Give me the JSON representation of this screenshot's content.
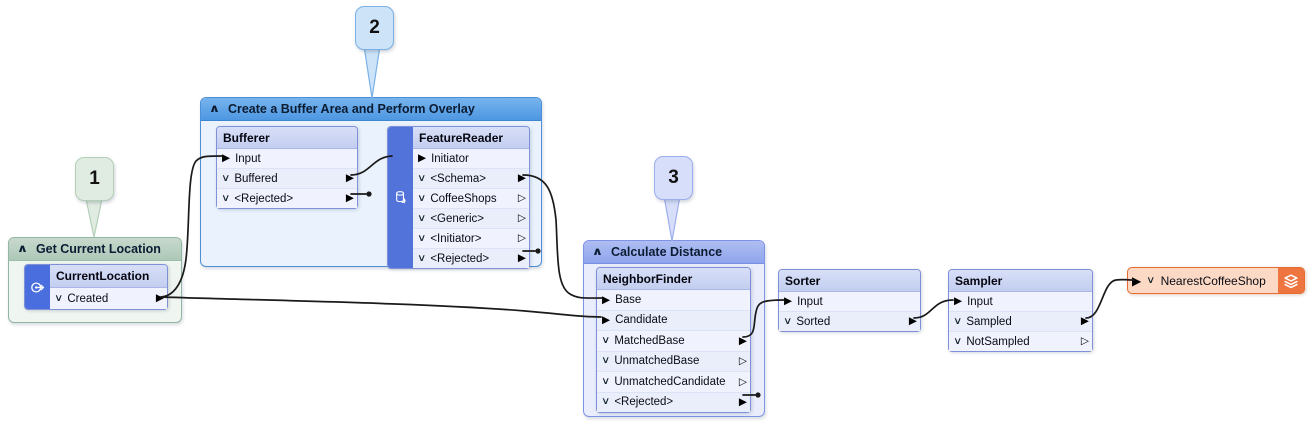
{
  "app": {
    "title": "FME-style workflow canvas"
  },
  "icons": {
    "collapse": "∧",
    "chevron_down": "∨",
    "port_in": "▶",
    "port_out_connected": "▶",
    "port_out_unconnected": "▷"
  },
  "badges": [
    {
      "label": "1"
    },
    {
      "label": "2"
    },
    {
      "label": "3"
    }
  ],
  "bookmarks": [
    {
      "title": "Get Current Location"
    },
    {
      "title": "Create a Buffer Area and Perform Overlay"
    },
    {
      "title": "Calculate Distance"
    }
  ],
  "nodes": {
    "current_location": {
      "title": "CurrentLocation",
      "icon": "creator-icon",
      "ports": [
        {
          "label": "Created",
          "type": "output",
          "connected": true
        }
      ]
    },
    "bufferer": {
      "title": "Bufferer",
      "ports": [
        {
          "label": "Input",
          "type": "input"
        },
        {
          "label": "Buffered",
          "type": "output",
          "connected": true
        },
        {
          "label": "<Rejected>",
          "type": "output",
          "connected": true
        }
      ]
    },
    "feature_reader": {
      "title": "FeatureReader",
      "icon": "database-reader-icon",
      "ports": [
        {
          "label": "Initiator",
          "type": "input"
        },
        {
          "label": "<Schema>",
          "type": "output",
          "connected": true
        },
        {
          "label": "CoffeeShops",
          "type": "output",
          "connected": false
        },
        {
          "label": "<Generic>",
          "type": "output",
          "connected": false
        },
        {
          "label": "<Initiator>",
          "type": "output",
          "connected": false
        },
        {
          "label": "<Rejected>",
          "type": "output",
          "connected": true
        }
      ]
    },
    "neighbor_finder": {
      "title": "NeighborFinder",
      "ports": [
        {
          "label": "Base",
          "type": "input"
        },
        {
          "label": "Candidate",
          "type": "input"
        },
        {
          "label": "MatchedBase",
          "type": "output",
          "connected": true
        },
        {
          "label": "UnmatchedBase",
          "type": "output",
          "connected": false
        },
        {
          "label": "UnmatchedCandidate",
          "type": "output",
          "connected": false
        },
        {
          "label": "<Rejected>",
          "type": "output",
          "connected": true
        }
      ]
    },
    "sorter": {
      "title": "Sorter",
      "ports": [
        {
          "label": "Input",
          "type": "input"
        },
        {
          "label": "Sorted",
          "type": "output",
          "connected": true
        }
      ]
    },
    "sampler": {
      "title": "Sampler",
      "ports": [
        {
          "label": "Input",
          "type": "input"
        },
        {
          "label": "Sampled",
          "type": "output",
          "connected": true
        },
        {
          "label": "NotSampled",
          "type": "output",
          "connected": false
        }
      ]
    },
    "nearest_coffee_shop": {
      "title": "NearestCoffeeShop",
      "icon": "layers-icon",
      "type": "writer-feature-type"
    }
  },
  "colors": {
    "bookmark_green_header": "#b7cfc1",
    "bookmark_blue_header": "#4f99e3",
    "bookmark_indigo_header": "#93a8ec",
    "node_header": "#ccd6f3",
    "node_border": "#8090d8",
    "reader_strip_blue": "#5273d9",
    "creator_strip_blue": "#4a6edd",
    "writer_orange": "#ee7440",
    "writer_body": "#fbd9c5",
    "wire": "#1a1a1a"
  }
}
